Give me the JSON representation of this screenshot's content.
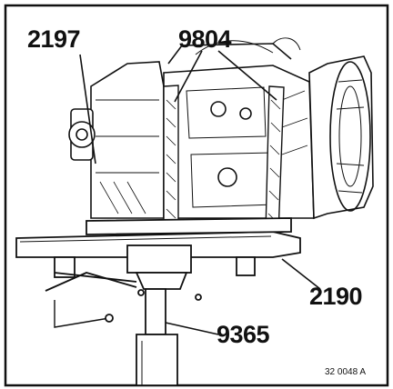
{
  "figure": {
    "callouts": {
      "c2197": "2197",
      "c9804": "9804",
      "c2190": "2190",
      "c9365": "9365"
    },
    "figure_ref": "32 0048 A"
  },
  "colors": {
    "ink": "#111111",
    "paper": "#ffffff"
  }
}
